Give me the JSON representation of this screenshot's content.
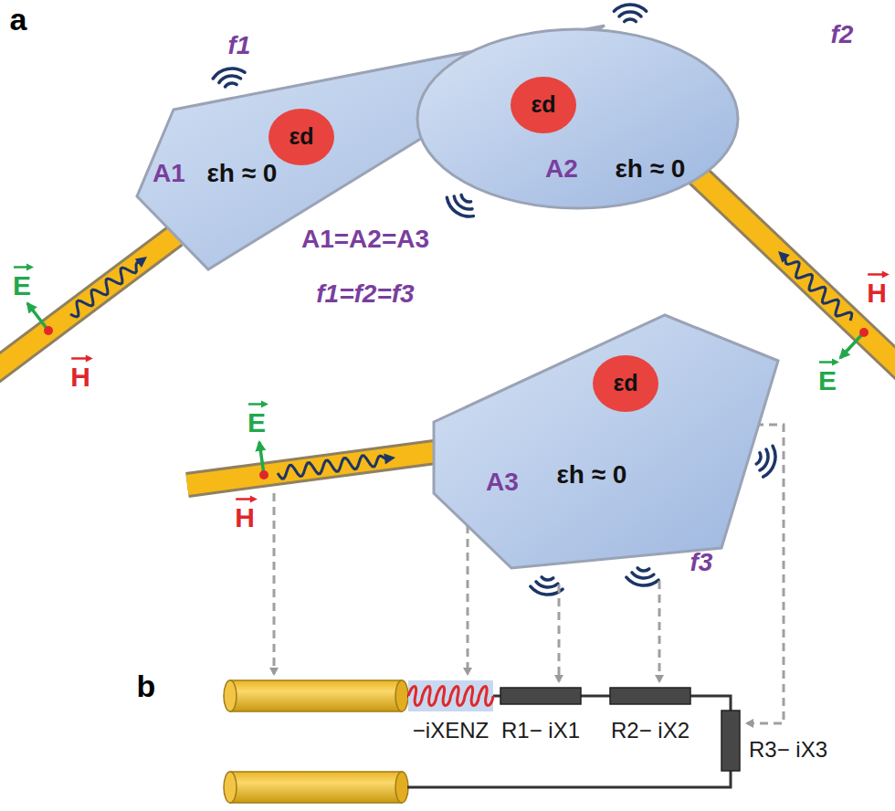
{
  "diagram": {
    "nodes": [
      {
        "text": [
          "A1",
          "εh ≈ 0"
        ]
      },
      {
        "text": [
          "εd"
        ],
        "in": 0
      },
      {
        "text": [
          "A2",
          "εh ≈ 0"
        ]
      },
      {
        "text": [
          "εd"
        ],
        "in": 2
      },
      {
        "text": [
          "A3",
          "εh ≈ 0"
        ]
      },
      {
        "text": [
          "εd"
        ],
        "in": 4
      },
      {
        "text": [
          "−iXENZ"
        ]
      },
      {
        "text": [
          "R1− iX1"
        ]
      },
      {
        "text": [
          "R2− iX2"
        ]
      },
      {
        "text": [
          "R3− iX3"
        ]
      }
    ],
    "edges": [
      {
        "from": 6,
        "to": 7,
        "arrow": "none"
      },
      {
        "from": 7,
        "to": 8,
        "arrow": "none"
      },
      {
        "from": 8,
        "to": 9,
        "arrow": "none"
      }
    ],
    "labels": [
      "a",
      "f1",
      "f2",
      "A1=A2=A3",
      "f1=f2=f3",
      "E",
      "H",
      "H",
      "E",
      "E",
      "H",
      "f3",
      "b"
    ]
  }
}
